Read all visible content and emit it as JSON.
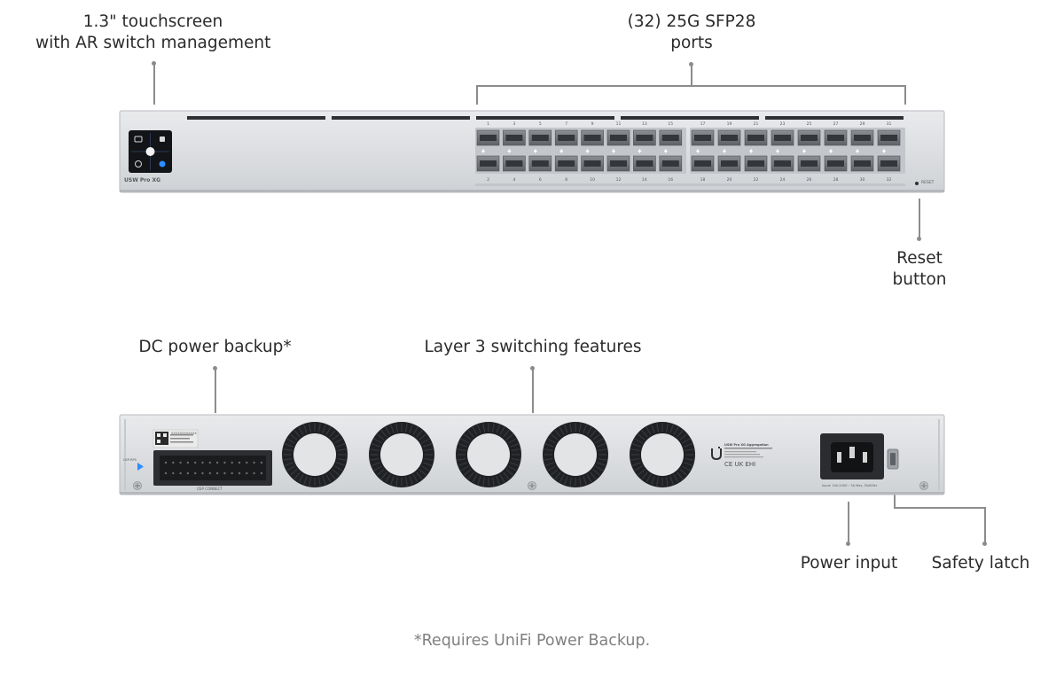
{
  "front_callouts": {
    "touchscreen": [
      "1.3\" touchscreen",
      "with AR switch management"
    ],
    "ports": [
      "(32) 25G SFP28",
      "ports"
    ],
    "reset": [
      "Reset",
      "button"
    ]
  },
  "rear_callouts": {
    "dc_power": "DC power backup*",
    "layer3": "Layer 3 switching features",
    "power_input": "Power input",
    "safety_latch": "Safety latch"
  },
  "front_panel": {
    "model_label": "USW Pro XG",
    "reset_label": "RESET",
    "port_numbers_top": [
      "1",
      "3",
      "5",
      "7",
      "9",
      "11",
      "13",
      "15",
      "17",
      "19",
      "21",
      "23",
      "25",
      "27",
      "29",
      "31"
    ],
    "port_numbers_bottom": [
      "2",
      "4",
      "6",
      "8",
      "10",
      "12",
      "14",
      "16",
      "18",
      "20",
      "22",
      "24",
      "26",
      "28",
      "30",
      "32"
    ]
  },
  "rear_panel": {
    "dc_connector_label": "USP CONNECT",
    "rps_label": "USP-RPS",
    "sticker_code": "XXXXXXXXXXXX",
    "product_label": "USW Pro XG Aggregation",
    "power_spec": "Input: 100-240V~ 3A Max, 50/60Hz",
    "cert_marks": "CE UK EHI"
  },
  "footnote": "*Requires UniFi Power Backup.",
  "colors": {
    "chassis": "#d9dbde",
    "chassis_edge": "#b8bbbf",
    "vent_strip": "#2e3033",
    "callout_line": "#8c8c8c",
    "touchscreen_bg": "#121417",
    "touchscreen_accent": "#2d8cff"
  }
}
